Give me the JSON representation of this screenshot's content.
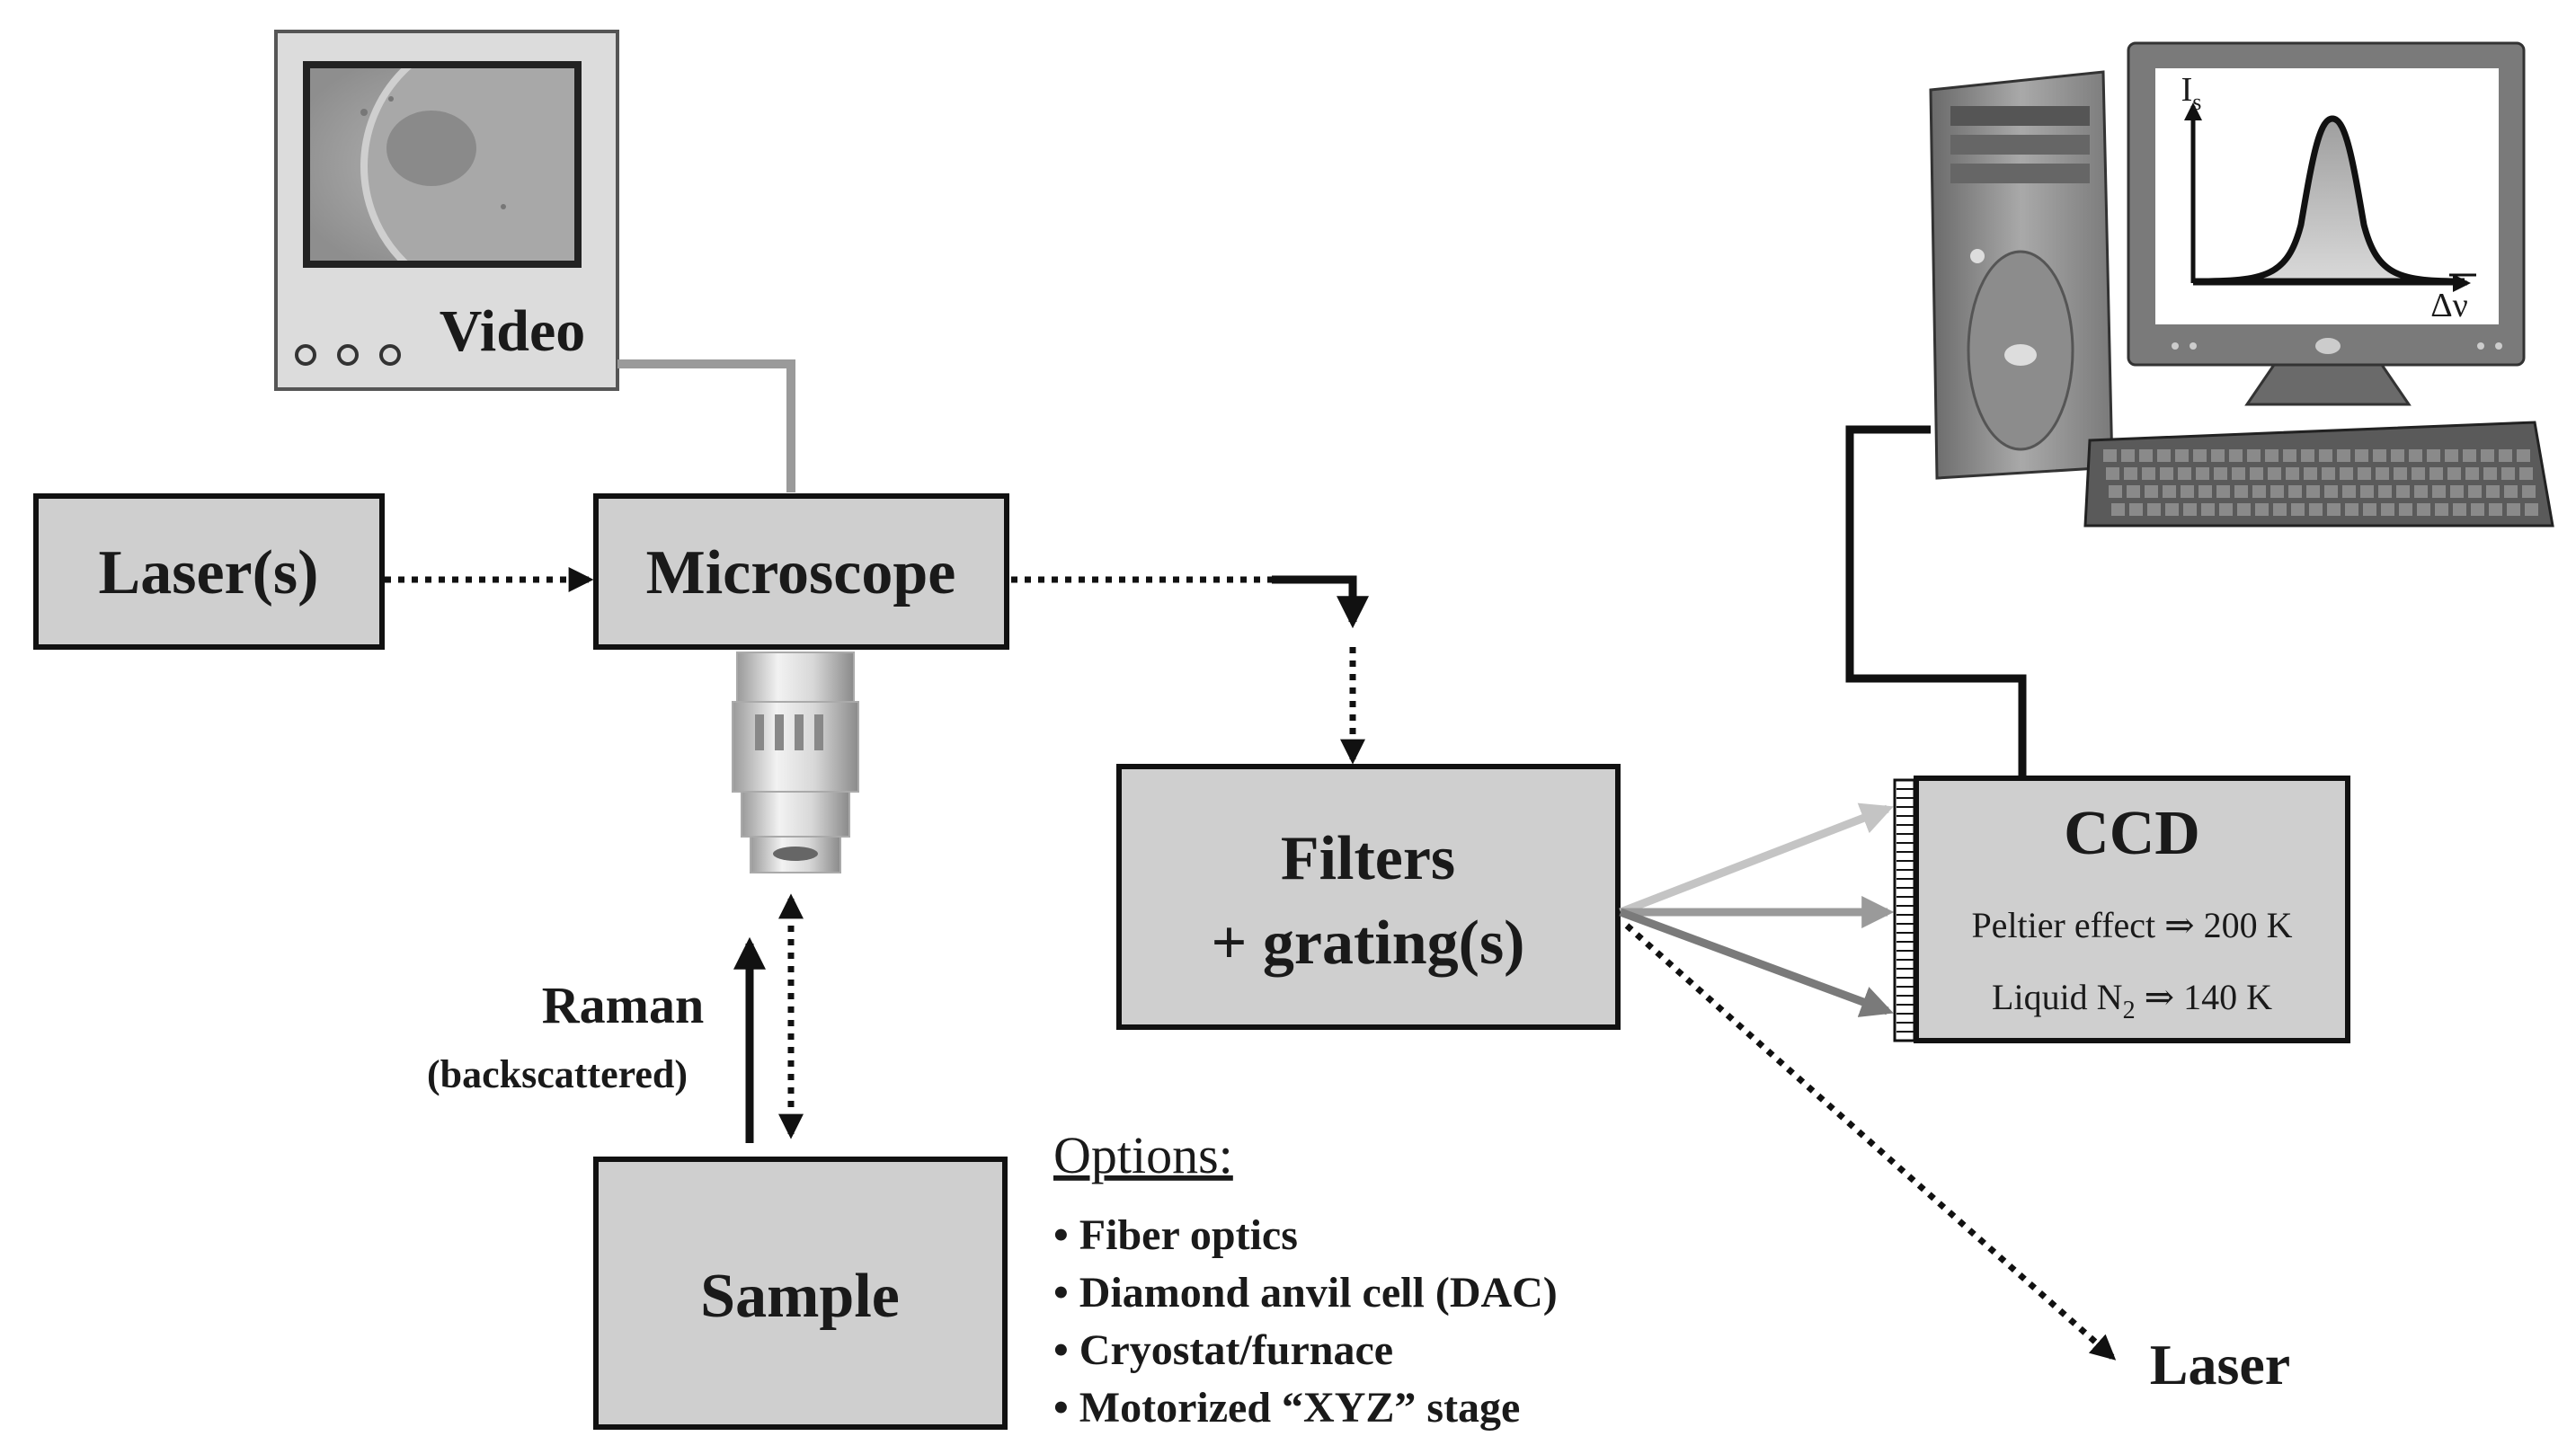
{
  "video": {
    "label": "Video"
  },
  "lasers": {
    "label": "Laser(s)"
  },
  "microscope": {
    "label": "Microscope"
  },
  "filters": {
    "line1": "Filters",
    "line2": "+ grating(s)"
  },
  "ccd": {
    "title": "CCD",
    "peltier": "Peltier effect ⇒ 200 K",
    "liquid_prefix": "Liquid N",
    "liquid_sub": "2",
    "liquid_suffix": " ⇒ 140 K"
  },
  "sample": {
    "label": "Sample"
  },
  "raman": {
    "label": "Raman",
    "sublabel": "(backscattered)"
  },
  "laser_out": {
    "label": "Laser"
  },
  "options": {
    "title": "Options:",
    "items": [
      "• Fiber optics",
      "• Diamond anvil cell (DAC)",
      "• Cryostat/furnace",
      "• Motorized “XYZ” stage"
    ]
  },
  "spectrum": {
    "y_label": "I",
    "y_sub": "s",
    "x_label": "Δν"
  },
  "icons": {
    "monitor": "monitor-icon",
    "computer": "desktop-computer-icon",
    "objective": "microscope-objective-icon",
    "keyboard": "keyboard-icon"
  }
}
